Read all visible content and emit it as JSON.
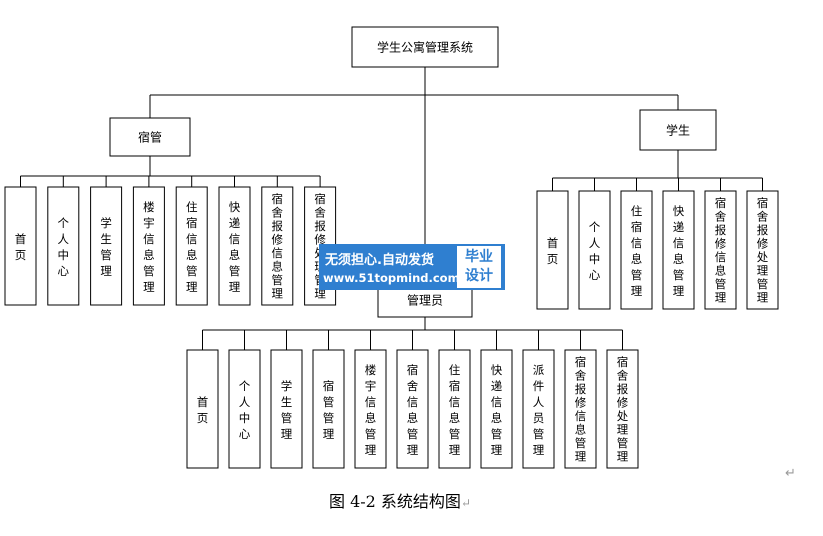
{
  "root": {
    "label": "学生公寓管理系统"
  },
  "roles": [
    {
      "label": "宿管",
      "children": [
        "首页",
        "个人中心",
        "学生管理",
        "楼宇信息管理",
        "住宿信息管理",
        "快递信息管理",
        "宿舍报修信息管理",
        "宿舍报修处理管理"
      ]
    },
    {
      "label": "学生",
      "children": [
        "首页",
        "个人中心",
        "住宿信息管理",
        "快递信息管理",
        "宿舍报修信息管理",
        "宿舍报修处理管理"
      ]
    },
    {
      "label": "管理员",
      "children": [
        "首页",
        "个人中心",
        "学生管理",
        "宿管管理",
        "楼宇信息管理",
        "宿舍信息管理",
        "住宿信息管理",
        "快递信息管理",
        "派件人员管理",
        "宿舍报修信息管理",
        "宿舍报修处理管理"
      ]
    }
  ],
  "watermark": {
    "line1": "无须担心.自动发货",
    "line2": "www.51topmind.com",
    "badge_top": "毕业",
    "badge_bottom": "设计"
  },
  "caption": {
    "text": "图 4-2  系统结构图",
    "return_mark": "↵"
  },
  "paragraph_mark": "↵"
}
